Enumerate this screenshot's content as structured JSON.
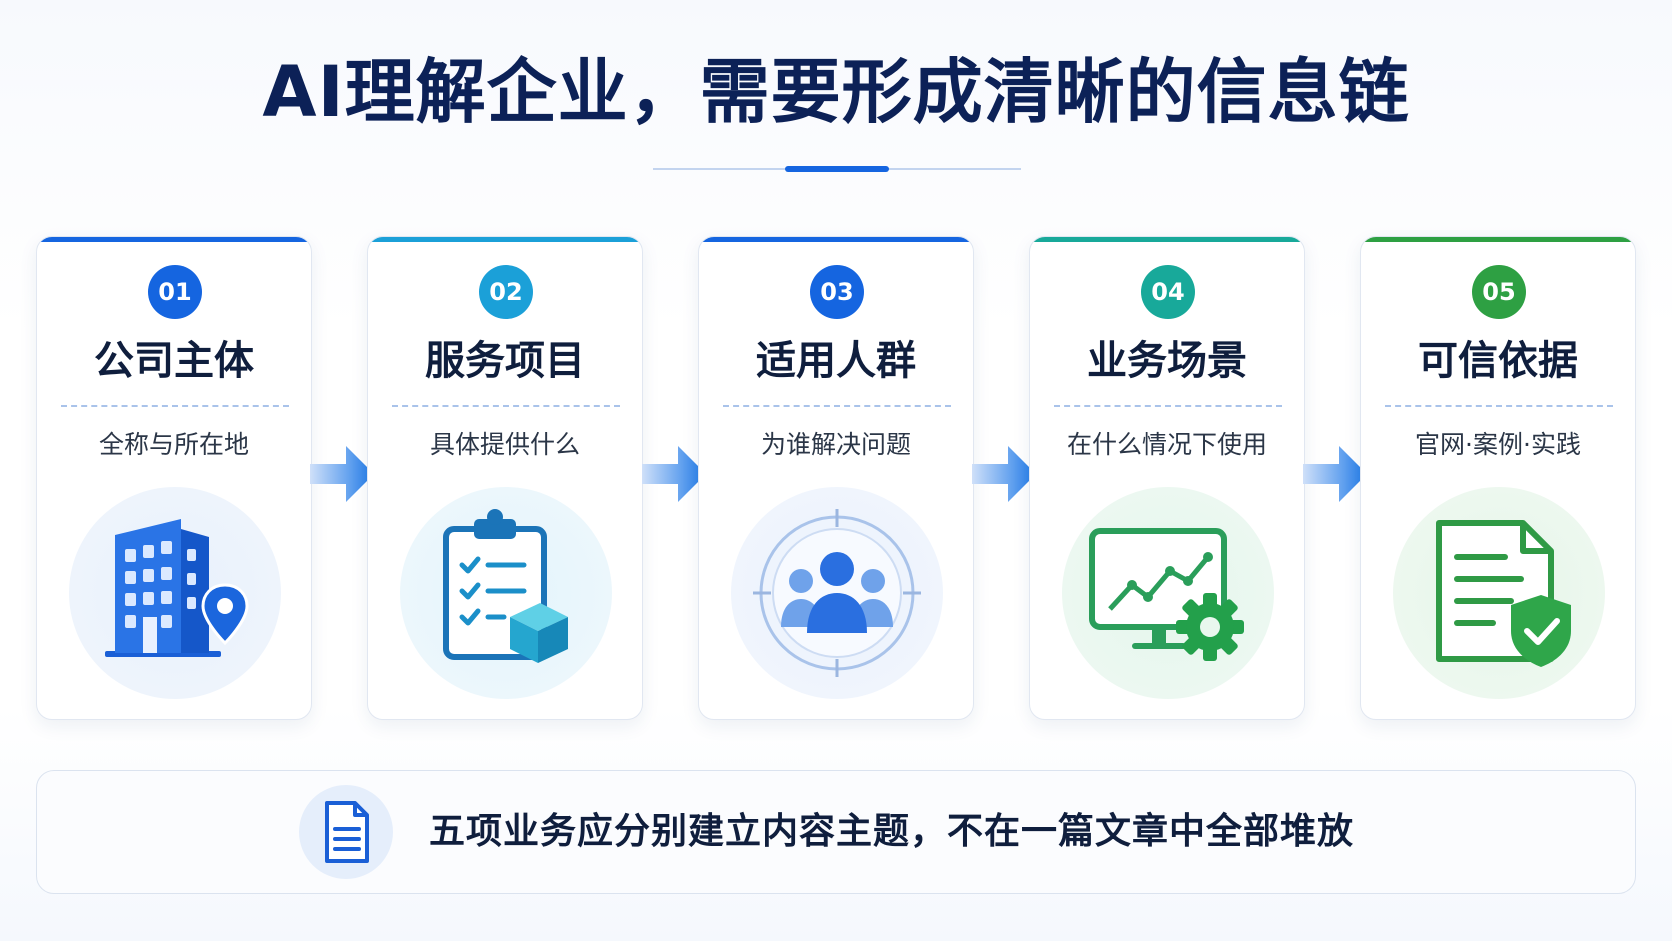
{
  "title": "AI理解企业，需要形成清晰的信息链",
  "colors": {
    "step1": "#1565e0",
    "step2": "#1ba0d8",
    "step3": "#1565e0",
    "step4": "#18a99a",
    "step5": "#2ea043",
    "arrow": "#1f7ae8"
  },
  "steps": [
    {
      "number": "01",
      "title": "公司主体",
      "subtitle": "全称与所在地",
      "icon": "building-location-icon"
    },
    {
      "number": "02",
      "title": "服务项目",
      "subtitle": "具体提供什么",
      "icon": "clipboard-checklist-box-icon"
    },
    {
      "number": "03",
      "title": "适用人群",
      "subtitle": "为谁解决问题",
      "icon": "target-audience-icon"
    },
    {
      "number": "04",
      "title": "业务场景",
      "subtitle": "在什么情况下使用",
      "icon": "monitor-chart-gear-icon"
    },
    {
      "number": "05",
      "title": "可信依据",
      "subtitle": "官网·案例·实践",
      "icon": "document-shield-check-icon"
    }
  ],
  "note": {
    "icon": "document-icon",
    "text": "五项业务应分别建立内容主题，不在一篇文章中全部堆放"
  }
}
